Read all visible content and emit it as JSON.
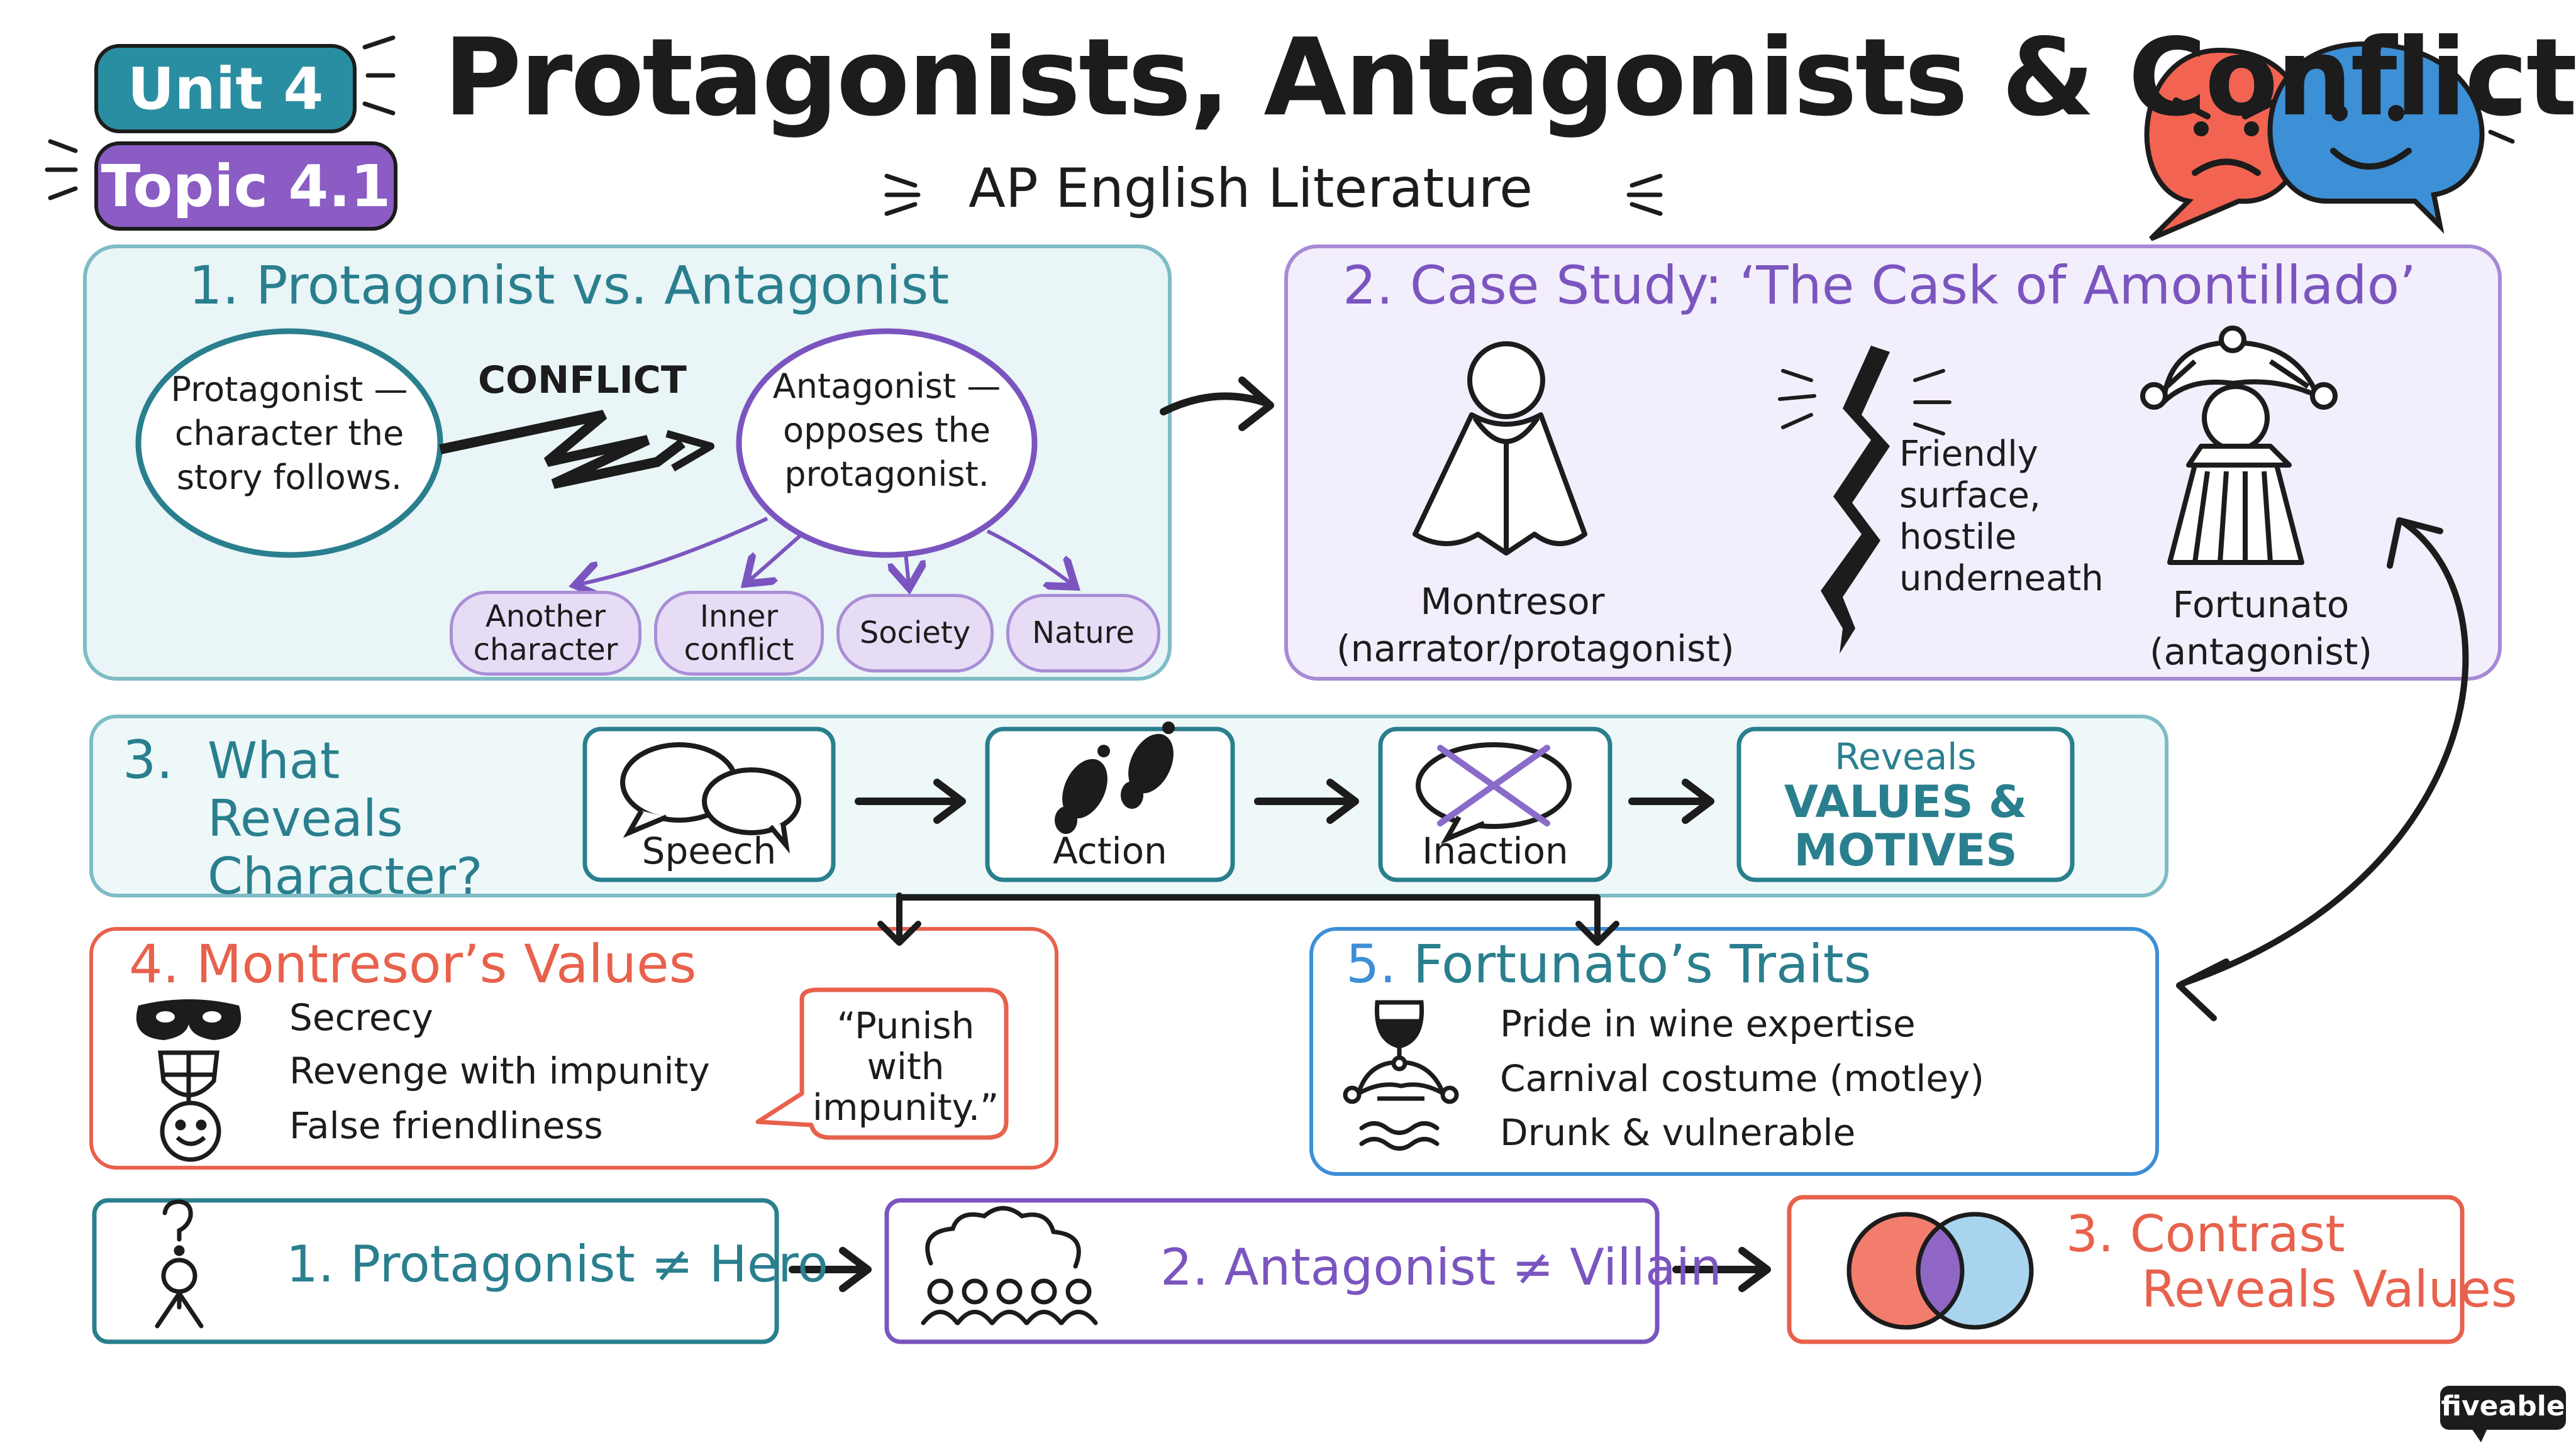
{
  "header": {
    "unit": "Unit 4",
    "topic": "Topic 4.1",
    "title": "Protagonists, Antagonists & Conflict",
    "subtitle": "AP English Literature"
  },
  "colors": {
    "teal": "#2a7f8e",
    "purple": "#7b55bf",
    "coral": "#e8614c",
    "blue": "#3d8fd6",
    "red": "#f26451"
  },
  "section1": {
    "title_num": "1.",
    "title": "Protagonist vs. Antagonist",
    "protagonist": "Protagonist — character the story follows.",
    "antagonist": "Antagonist — opposes the protagonist.",
    "conflict": "CONFLICT",
    "types": [
      "Another character",
      "Inner conflict",
      "Society",
      "Nature"
    ]
  },
  "section2": {
    "title_num": "2.",
    "title": "Case Study: ‘The Cask of Amontillado’",
    "montresor_name": "Montresor",
    "montresor_role": "(narrator/protagonist)",
    "crack_text": "Friendly surface, hostile underneath",
    "fortunato_name": "Fortunato",
    "fortunato_role": "(antagonist)"
  },
  "section3": {
    "title_num": "3.",
    "title": "What Reveals Character?",
    "steps": [
      "Speech",
      "Action",
      "Inaction"
    ],
    "result_line1": "Reveals",
    "result_line2": "VALUES &",
    "result_line3": "MOTIVES"
  },
  "section4": {
    "title_num": "4.",
    "title": "Montresor’s Values",
    "items": [
      "Secrecy",
      "Revenge with impunity",
      "False friendliness"
    ],
    "icons": [
      "mask-icon",
      "shield-icon",
      "smiley-icon"
    ],
    "quote": "“Punish with impunity.”"
  },
  "section5": {
    "title_num": "5.",
    "title": "Fortunato’s Traits",
    "items": [
      "Pride in wine expertise",
      "Carnival costume (motley)",
      "Drunk & vulnerable"
    ],
    "icons": [
      "wine-glass-icon",
      "jester-hat-icon",
      "wavy-lines-icon"
    ]
  },
  "bottom": {
    "b1_num": "1.",
    "b1": "Protagonist ≠ Hero",
    "b2_num": "2.",
    "b2": "Antagonist ≠ Villain",
    "b3_num": "3.",
    "b3_line1": "Contrast",
    "b3_line2": "Reveals Values"
  },
  "brand": "fiveable"
}
